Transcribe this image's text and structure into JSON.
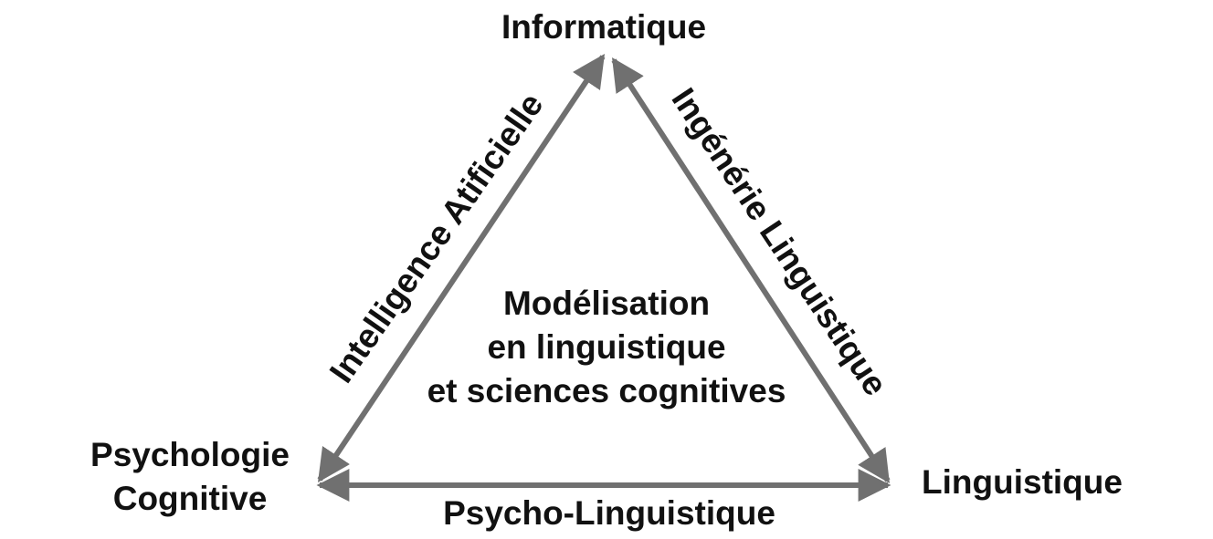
{
  "nodes": {
    "top": "Informatique",
    "left_line1": "Psychologie",
    "left_line2": "Cognitive",
    "right": "Linguistique"
  },
  "edges": {
    "left": "Intelligence Atificielle",
    "right": "Ingénérie Linguistique",
    "bottom": "Psycho-Linguistique"
  },
  "center": {
    "line1": "Modélisation",
    "line2": "en linguistique",
    "line3": "et sciences cognitives"
  },
  "colors": {
    "arrow": "#707070",
    "text": "#111111",
    "background": "#ffffff"
  }
}
